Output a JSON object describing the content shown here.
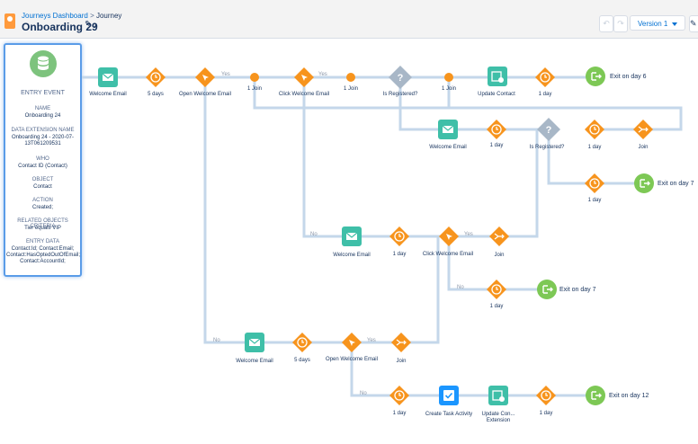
{
  "header": {
    "breadcrumb_parent": "Journeys Dashboard",
    "breadcrumb_sep": ">",
    "breadcrumb_current": "Journey",
    "title": "Onboarding 29",
    "undo_icon": "undo-icon",
    "redo_icon": "redo-icon",
    "version_label": "Version 1"
  },
  "entry": {
    "title": "ENTRY EVENT",
    "name_label": "NAME",
    "name_value": "Onboarding 24",
    "de_label": "DATA EXTENSION NAME",
    "de_value": "Onboarding 24 - 2020-07-13T061209531",
    "who_label": "WHO",
    "who_value": "Contact ID (Contact)",
    "object_label": "OBJECT",
    "object_value": "Contact",
    "action_label": "ACTION",
    "action_value": "Created;",
    "related_label": "RELATED OBJECTS CRITERIA",
    "related_value": "Tier equals VIP",
    "entry_data_label": "ENTRY DATA",
    "entry_data_value": "Contact:Id; Contact:Email; Contact:HasOptedOutOfEmail; Contact:AccountId;"
  },
  "colors": {
    "email": "#3fbfa8",
    "wait": "#f7941d",
    "decision": "#f7941d",
    "split": "#a8b7c7",
    "exit": "#7dc855",
    "task": "#1b96ff",
    "line": "#c4d7ea",
    "accent": "#0070d2"
  },
  "path_labels": {
    "yes": "Yes",
    "no": "No"
  },
  "nodes": {
    "welcome1": "Welcome Email",
    "wait1": "5 days",
    "open1": "Open Welcome Email",
    "join1": "1 Join",
    "click1": "Click Welcome Email",
    "join2": "1 Join",
    "registered1": "Is Registered?",
    "join3": "1 Join",
    "update1": "Update Contact",
    "wait2": "1 day",
    "exit6": "Exit on day 6",
    "welcome2": "Welcome Email",
    "wait3": "1 day",
    "registered2": "Is Registered?",
    "wait4": "1 day",
    "join4": "Join",
    "wait5": "1 day",
    "exit7a": "Exit on day 7",
    "welcome3": "Welcome Email",
    "wait6": "1 day",
    "click2": "Click Welcome Email",
    "join5": "Join",
    "wait7": "1 day",
    "exit7b": "Exit on day 7",
    "welcome4": "Welcome Email",
    "wait8": "5 days",
    "open2": "Open Welcome Email",
    "join6": "Join",
    "wait9": "1 day",
    "task1": "Create Task Activity",
    "update2": "Update Con... Extension",
    "wait10": "1 day",
    "exit12": "Exit on day 12"
  }
}
